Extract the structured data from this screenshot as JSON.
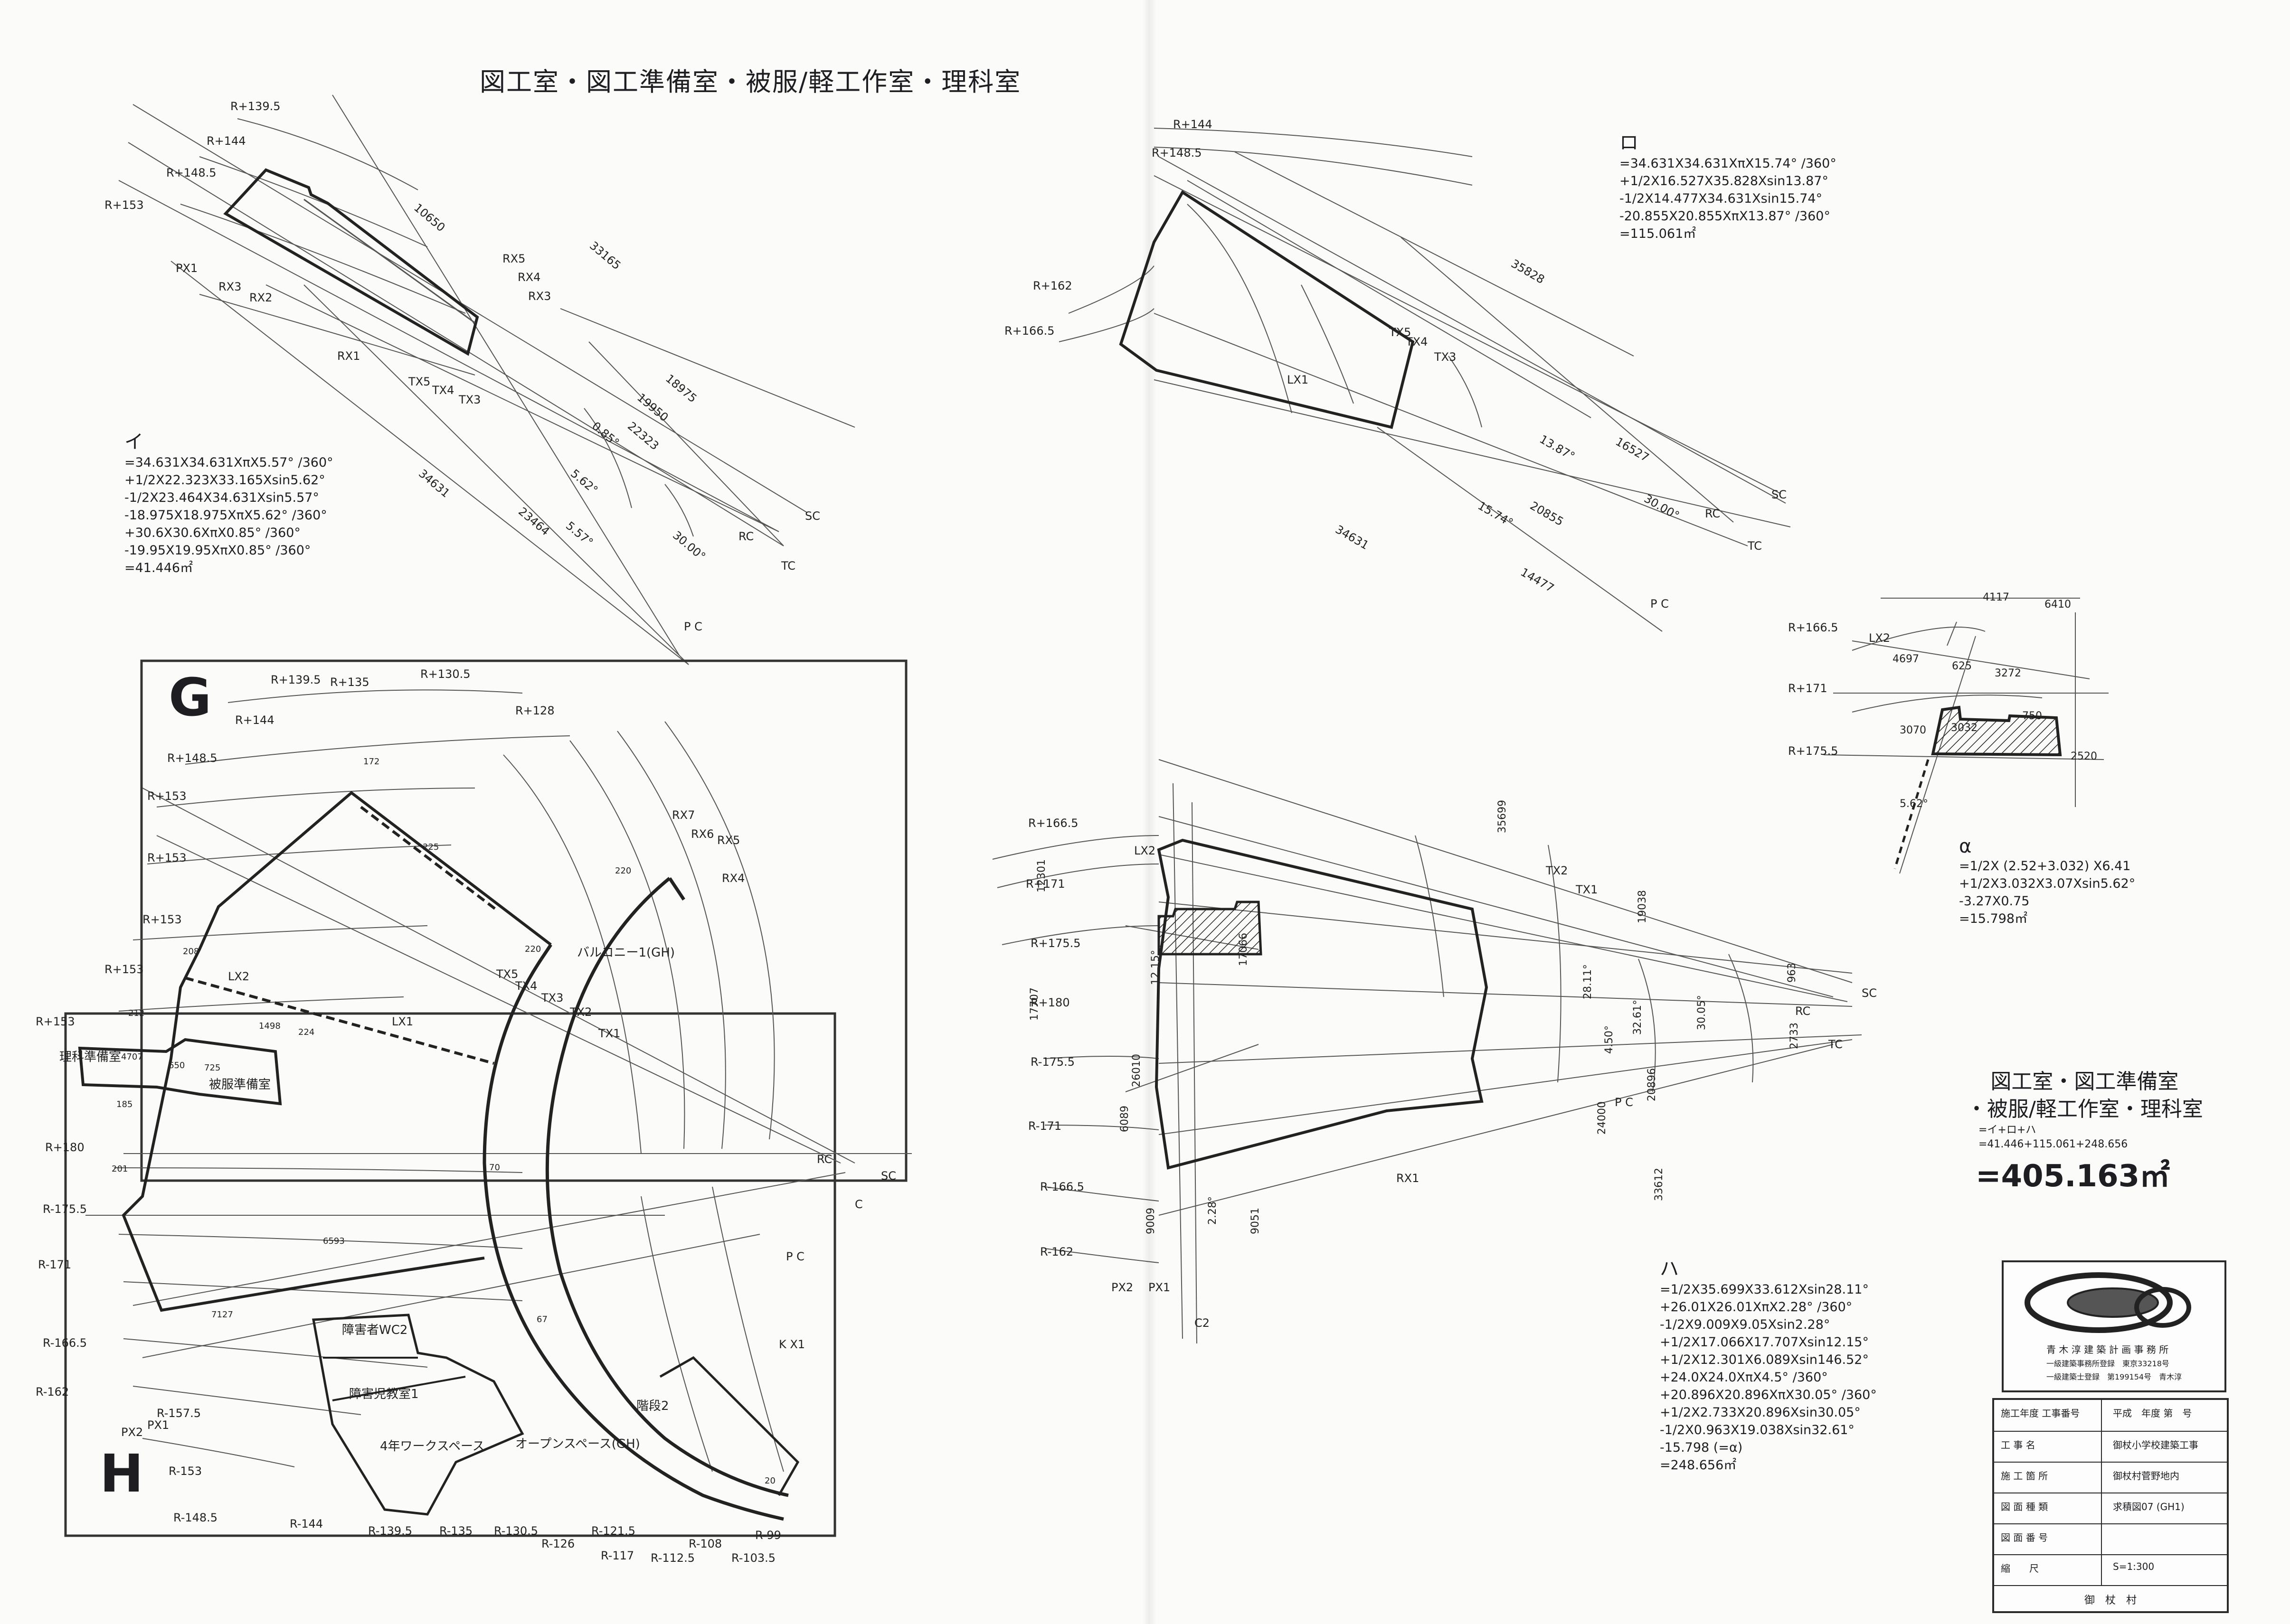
{
  "page_title": "図工室・図工準備室・被服/軽工作室・理科室",
  "region_g": "G",
  "region_h": "H",
  "calc_i": {
    "symbol": "イ",
    "lines": [
      "=34.631X34.631XπX5.57° /360°",
      "+1/2X22.323X33.165Xsin5.62°",
      "-1/2X23.464X34.631Xsin5.57°",
      "-18.975X18.975XπX5.62° /360°",
      "+30.6X30.6XπX0.85° /360°",
      "-19.95X19.95XπX0.85° /360°"
    ],
    "result": "=41.446㎡"
  },
  "calc_ro": {
    "symbol": "ロ",
    "lines": [
      "=34.631X34.631XπX15.74° /360°",
      "+1/2X16.527X35.828Xsin13.87°",
      "-1/2X14.477X34.631Xsin15.74°",
      "-20.855X20.855XπX13.87° /360°"
    ],
    "result": "=115.061㎡"
  },
  "calc_alpha": {
    "symbol": "α",
    "lines": [
      "=1/2X (2.52+3.032) X6.41",
      "+1/2X3.032X3.07Xsin5.62°",
      "-3.27X0.75"
    ],
    "result": "=15.798㎡"
  },
  "calc_ha": {
    "symbol": "ハ",
    "lines": [
      "=1/2X35.699X33.612Xsin28.11°",
      "+26.01X26.01XπX2.28° /360°",
      "-1/2X9.009X9.05Xsin2.28°",
      "+1/2X17.066X17.707Xsin12.15°",
      "+1/2X12.301X6.089Xsin146.52°",
      "+24.0X24.0XπX4.5° /360°",
      "+20.896X20.896XπX30.05° /360°",
      "+1/2X2.733X20.896Xsin30.05°",
      "-1/2X0.963X19.038Xsin32.61°",
      "-15.798 (=α)"
    ],
    "result": "=248.656㎡"
  },
  "total": {
    "title_1": "図工室・図工準備室",
    "title_2": "・被服/軽工作室・理科室",
    "formula": "=イ+ロ+ハ",
    "sum": "=41.446+115.061+248.656",
    "result": "=405.163㎡"
  },
  "title_block": {
    "firm": "青 木 淳 建 築 計 画 事 務 所",
    "reg_1": "一級建築事務所登録　東京33218号",
    "reg_2": "一級建築士登録　第199154号　青木淳",
    "rows": [
      {
        "key": "施工年度 工事番号",
        "value": "平成　年度 第　号"
      },
      {
        "key": "工 事 名",
        "value": "御杖小学校建築工事"
      },
      {
        "key": "施 工 箇 所",
        "value": "御杖村菅野地内"
      },
      {
        "key": "図 面 種 類",
        "value": "求積図07 (GH1)"
      },
      {
        "key": "図 面 番 号",
        "value": ""
      },
      {
        "key": "縮　　尺",
        "value": "S=1:300"
      }
    ],
    "owner": "御　杖　村"
  },
  "diagram_labels": {
    "tl_radii": [
      "R+139.5",
      "R+144",
      "R+148.5",
      "R+153"
    ],
    "tl_points": [
      "PX1",
      "RX3",
      "RX2",
      "RX1",
      "RX5",
      "RX4",
      "RX3",
      "TX5",
      "TX4",
      "TX3",
      "RC",
      "SC",
      "TC",
      "P C"
    ],
    "tl_dims": [
      "10650",
      "33165",
      "18975",
      "19950",
      "22323",
      "0.85°",
      "5.62°",
      "34631",
      "23464",
      "5.57°",
      "30.00°"
    ],
    "tr_radii": [
      "R+144",
      "R+148.5",
      "R+162",
      "R+166.5"
    ],
    "tr_points": [
      "LX1",
      "TX5",
      "TX4",
      "TX3",
      "RC",
      "SC",
      "TC",
      "P C"
    ],
    "tr_dims": [
      "35828",
      "13.87°",
      "16527",
      "15.74°",
      "20855",
      "30.00°",
      "34631",
      "14477"
    ],
    "alpha_radii": [
      "R+166.5",
      "R+171",
      "R+175.5"
    ],
    "alpha_dims": [
      "4117",
      "6410",
      "4697",
      "625",
      "3272",
      "3070",
      "750",
      "2520",
      "3032",
      "5.62°"
    ],
    "alpha_points": [
      "LX2"
    ],
    "ha_radii": [
      "R+166.5",
      "R+171",
      "R+175.5",
      "R+180",
      "R-175.5",
      "R-171",
      "R-166.5",
      "R-162"
    ],
    "ha_points": [
      "LX2",
      "TX2",
      "TX1",
      "RC",
      "SC",
      "TC",
      "RX1",
      "PX2",
      "PX1",
      "C2",
      "P C"
    ],
    "ha_dims": [
      "35699",
      "19038",
      "963",
      "28.11°",
      "32.61°",
      "30.05°",
      "4.50°",
      "2733",
      "20896",
      "24000",
      "33612",
      "12301",
      "17707",
      "12.15°",
      "17066",
      "26010",
      "6089",
      "9009",
      "2.28°",
      "9051"
    ],
    "plan_radii_left": [
      "R+139.5",
      "R+135",
      "R+130.5",
      "R+128",
      "R+144",
      "R+148.5",
      "R+153",
      "R+153",
      "R+153",
      "R+153",
      "R+153",
      "R+180",
      "R-175.5",
      "R-171",
      "R-166.5",
      "R-162",
      "R-157.5",
      "R-153",
      "R-148.5"
    ],
    "plan_radii_bottom": [
      "R-144",
      "R-139.5",
      "R-135",
      "R-130.5",
      "R-126",
      "R-121.5",
      "R-117",
      "R-112.5",
      "R-108",
      "R-103.5",
      "R-99"
    ],
    "plan_points": [
      "RX7",
      "RX6",
      "RX5",
      "RX4",
      "LX2",
      "LX1",
      "TX5",
      "TX4",
      "TX3",
      "TX2",
      "TX1",
      "RC",
      "SC",
      "C",
      "P C",
      "K X1",
      "PX2",
      "PX1"
    ],
    "plan_rooms": [
      "理科準備室",
      "被服準備室",
      "バルコニー1(GH)",
      "障害者WC2",
      "障害児教室1",
      "4年ワークスペース",
      "オープンスペース(GH)",
      "階段2"
    ],
    "plan_small": [
      "172",
      "225",
      "1498",
      "224",
      "4707",
      "650",
      "725",
      "220",
      "220",
      "208",
      "212",
      "185",
      "201",
      "70",
      "6593",
      "7127",
      "67",
      "20"
    ]
  }
}
